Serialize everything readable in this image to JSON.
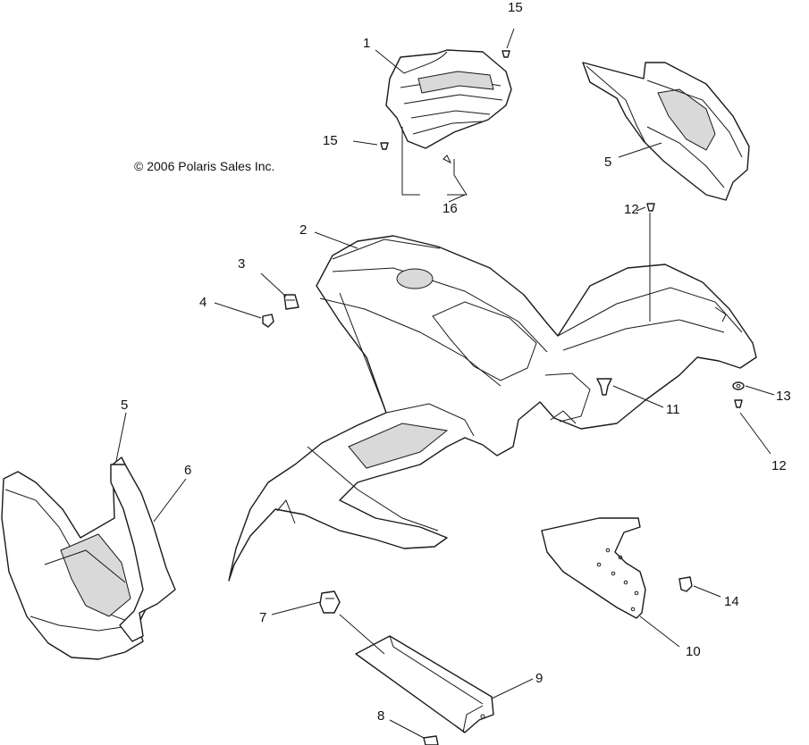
{
  "copyright": "© 2006 Polaris Sales Inc.",
  "callouts": [
    "15",
    "1",
    "5",
    "15",
    "16",
    "12",
    "2",
    "3",
    "4",
    "11",
    "13",
    "12",
    "5",
    "6",
    "7",
    "14",
    "10",
    "9",
    "8"
  ]
}
